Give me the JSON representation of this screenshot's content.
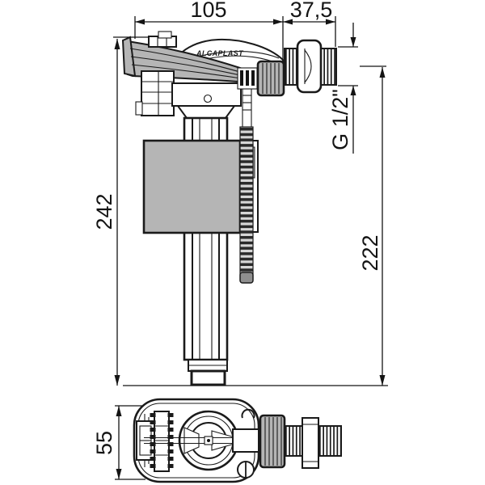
{
  "brand": "ALCAPLAST",
  "dimensions": {
    "top_width": "105",
    "inlet_length": "37,5",
    "total_height": "242",
    "height_below_thread": "222",
    "thread_spec": "G 1/2\"",
    "body_depth": "55"
  },
  "colors": {
    "line": "#1a1a1a",
    "fill_gray": "#b5b5b5",
    "background": "#ffffff"
  }
}
